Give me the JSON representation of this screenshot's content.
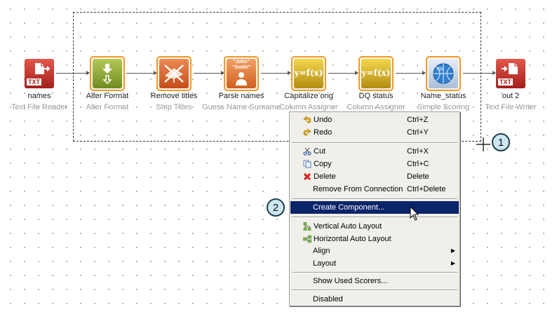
{
  "workflow": {
    "nodes": [
      {
        "name": "names",
        "type": "Text File Reader",
        "icon": "text-file-reader-icon",
        "selected": false
      },
      {
        "name": "Alter Format",
        "type": "Alter Format",
        "icon": "alter-format-icon",
        "selected": true
      },
      {
        "name": "Remove titles",
        "type": "Strip Titles",
        "icon": "strip-titles-icon",
        "selected": true
      },
      {
        "name": "Parse names",
        "type": "Guess Name Surname",
        "icon": "guess-name-icon",
        "icon_text": "\"John\" \"Smith\"",
        "selected": true
      },
      {
        "name": "Capitalize orig",
        "type": "Column Assigner",
        "icon": "function-icon",
        "icon_text": "y=f(x)",
        "selected": true
      },
      {
        "name": "DQ status",
        "type": "Column Assigner",
        "icon": "function-icon",
        "icon_text": "y=f(x)",
        "selected": true
      },
      {
        "name": "Name_status",
        "type": "Simple Scoring",
        "icon": "simple-scoring-icon",
        "selected": true
      },
      {
        "name": "out 2",
        "type": "Text File Writer",
        "icon": "text-file-writer-icon",
        "selected": false
      }
    ],
    "txt_icon_label": "TXT"
  },
  "context_menu": {
    "items": [
      {
        "label": "Undo",
        "shortcut": "Ctrl+Z",
        "icon": "undo-icon"
      },
      {
        "label": "Redo",
        "shortcut": "Ctrl+Y",
        "icon": "redo-icon"
      },
      {
        "label": "Cut",
        "shortcut": "Ctrl+X",
        "icon": "cut-icon"
      },
      {
        "label": "Copy",
        "shortcut": "Ctrl+C",
        "icon": "copy-icon"
      },
      {
        "label": "Delete",
        "shortcut": "Delete",
        "icon": "delete-icon"
      },
      {
        "label": "Remove From Connection",
        "shortcut": "Ctrl+Delete"
      },
      {
        "label": "Create Component...",
        "highlighted": true
      },
      {
        "label": "Vertical Auto Layout",
        "icon": "vertical-layout-icon"
      },
      {
        "label": "Horizontal Auto Layout",
        "icon": "horizontal-layout-icon"
      },
      {
        "label": "Align",
        "submenu": true
      },
      {
        "label": "Layout",
        "submenu": true
      },
      {
        "label": "Show Used Scorers..."
      },
      {
        "label": "Disabled"
      }
    ]
  },
  "annotations": {
    "badge_1": "1",
    "badge_2": "2"
  },
  "colors": {
    "selection_border": "#f09a2c",
    "menu_highlight": "#0a246a",
    "menu_background": "#f0efe9",
    "badge_fill": "#cde7f0"
  }
}
